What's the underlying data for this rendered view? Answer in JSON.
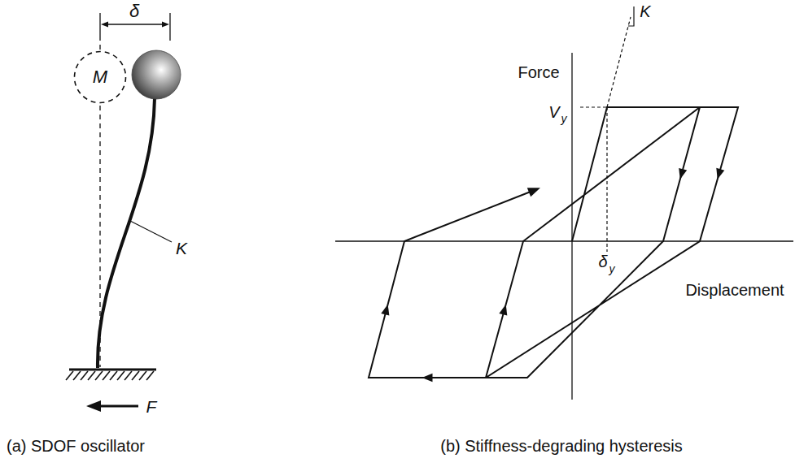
{
  "diagram": {
    "nodes": [
      {
        "text": [
          "M"
        ]
      }
    ],
    "labels": [
      "δ",
      "K",
      "F",
      "(a) SDOF oscillator",
      "Force",
      "K",
      "V",
      "y",
      "δ",
      "y",
      "Displacement",
      "(b) Stiffness-degrading hysteresis"
    ]
  }
}
